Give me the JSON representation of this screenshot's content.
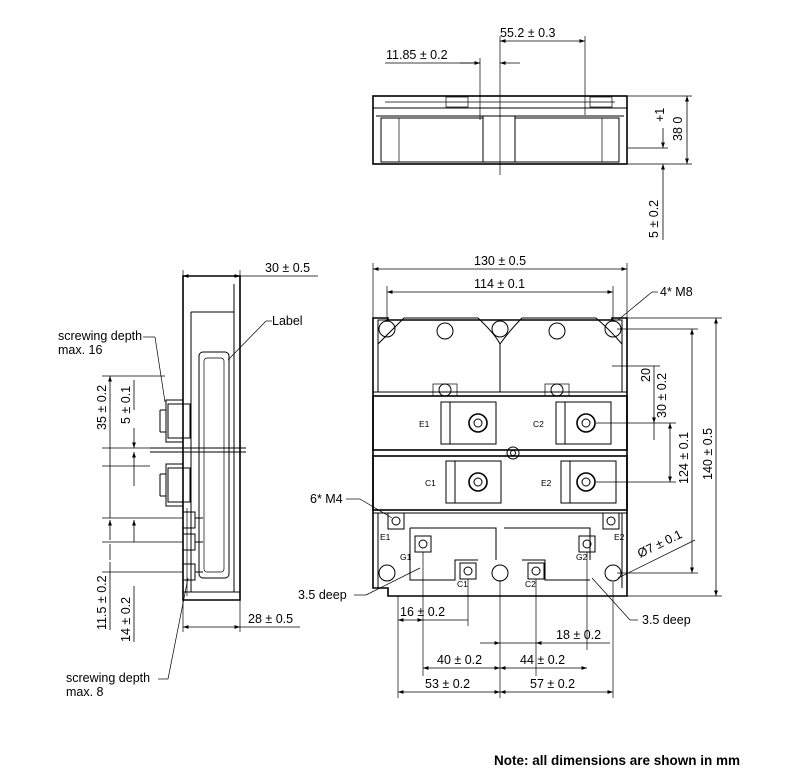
{
  "top_view": {
    "dim_55_2": "55.2 ± 0.3",
    "dim_11_85": "11.85 ± 0.2",
    "dim_height_plus": "+1",
    "dim_height_value": "38 0",
    "dim_5": "5 ± 0.2"
  },
  "side_view": {
    "dim_30": "30 ± 0.5",
    "label_callout": "Label",
    "screw_depth_16_line1": "screwing depth",
    "screw_depth_16_line2": "max. 16",
    "dim_35": "35 ± 0.2",
    "dim_5": "5 ± 0.1",
    "dim_11_5": "11.5 ± 0.2",
    "dim_14": "14 ± 0.2",
    "dim_28": "28 ± 0.5",
    "screw_depth_8_line1": "screwing depth",
    "screw_depth_8_line2": "max. 8"
  },
  "front_view": {
    "dim_130": "130 ± 0.5",
    "dim_114": "114 ± 0.1",
    "m8_callout": "4* M8",
    "m4_callout": "6* M4",
    "dim_20": "20",
    "dim_30": "30 ± 0.2",
    "dim_124": "124 ± 0.1",
    "dim_140": "140 ± 0.5",
    "dim_phi7": "Ø7 ± 0.1",
    "deep_left": "3.5 deep",
    "deep_right": "3.5 deep",
    "dim_16": "16 ± 0.2",
    "dim_18": "18 ± 0.2",
    "dim_40": "40 ± 0.2",
    "dim_44": "44 ± 0.2",
    "dim_53": "53 ± 0.2",
    "dim_57": "57 ± 0.2",
    "terminals": {
      "e1_upper": "E1",
      "c2_upper": "C2",
      "c1_lower": "C1",
      "e2_lower": "E2",
      "aux_e1": "E1",
      "aux_e2": "E2",
      "aux_g1": "G1",
      "aux_g2": "G2",
      "aux_c1": "C1",
      "aux_c2": "C2"
    }
  },
  "footnote": "Note: all dimensions are shown in mm"
}
